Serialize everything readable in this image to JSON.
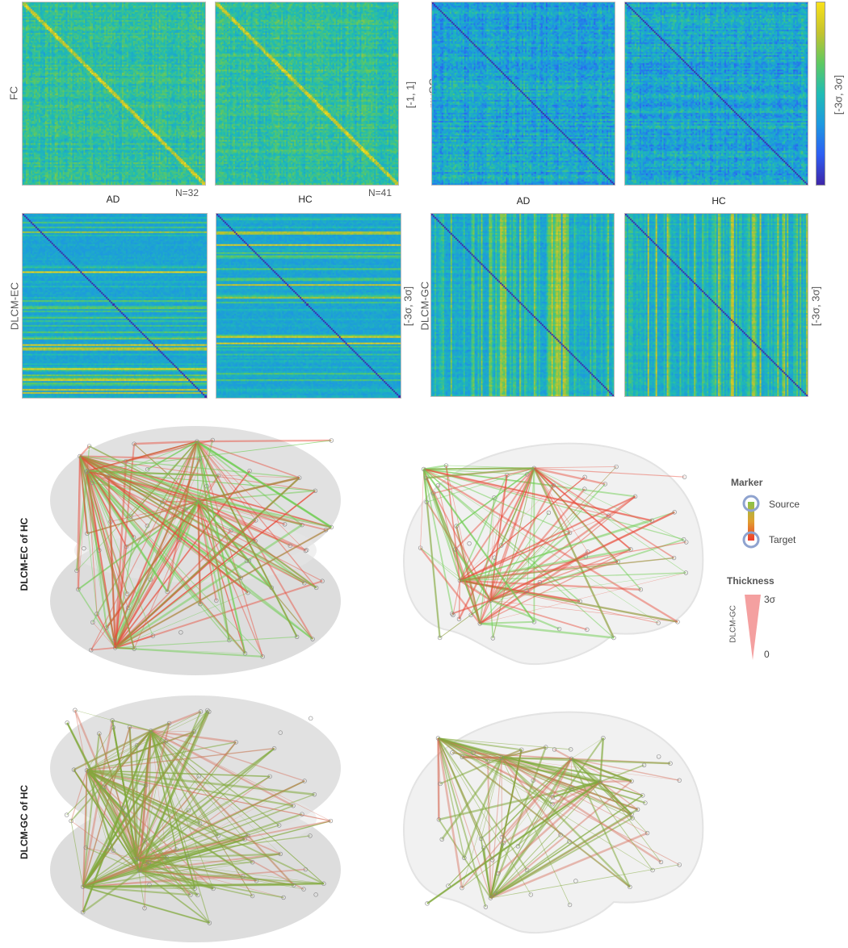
{
  "top": {
    "fc_label": "FC",
    "fc_group_ad": "AD",
    "fc_group_hc": "HC",
    "fc_n_ad": "N=32",
    "fc_n_hc": "N=41",
    "fc_range": "[-1, 1]",
    "mvgc_label": "mvGC",
    "mvgc_group_ad": "AD",
    "mvgc_group_hc": "HC",
    "cbar_range": "[-3σ, 3σ]"
  },
  "middle": {
    "dlcm_ec_label": "DLCM-EC",
    "dlcm_ec_range": "[-3σ, 3σ]",
    "dlcm_gc_label": "DLCM-GC",
    "dlcm_gc_range": "[-3σ, 3σ]"
  },
  "brains": {
    "row1_label": "DLCM-EC of HC",
    "row2_label": "DLCM-GC of HC"
  },
  "legend": {
    "marker_title": "Marker",
    "source": "Source",
    "target": "Target",
    "thickness_title": "Thickness",
    "thickness_axis": "DLCM-GC",
    "max": "3σ",
    "min": "0"
  },
  "colors": {
    "source": "#8bc34a",
    "target": "#ef3b2c",
    "ring": "#8fa3cf",
    "viridis_low": "#3b2a98",
    "viridis_high": "#fde725"
  }
}
